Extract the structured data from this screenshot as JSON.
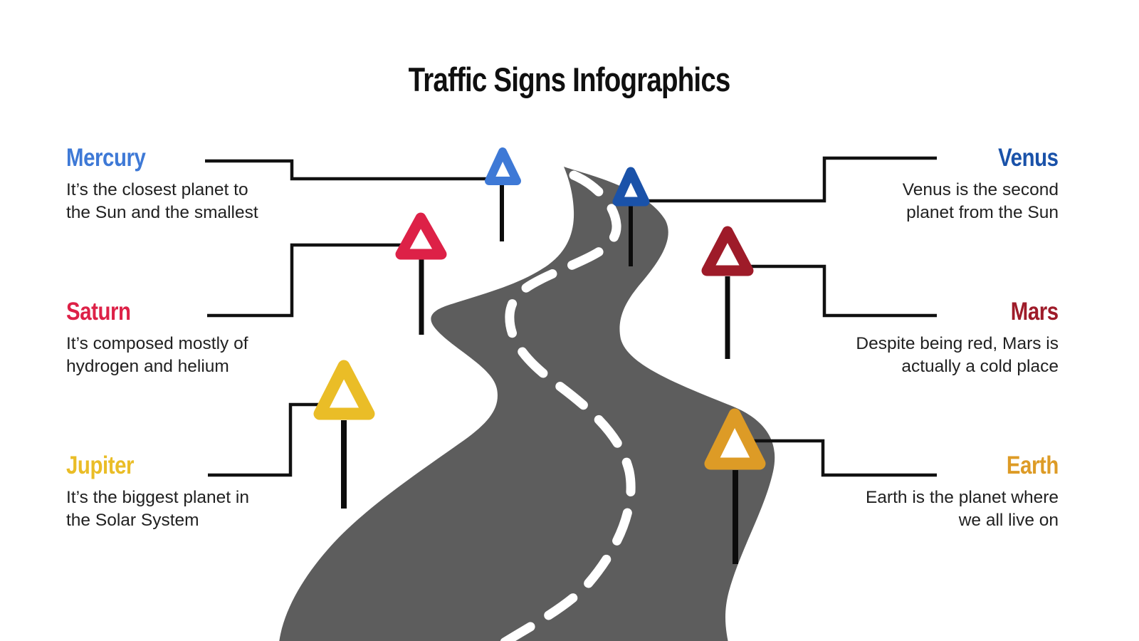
{
  "title": "Traffic Signs Infographics",
  "road_color": "#5d5d5d",
  "dash_color": "#ffffff",
  "line_color": "#111111",
  "pole_color": "#0c0c0c",
  "planets": [
    {
      "name": "Mercury",
      "color": "#3e79d6",
      "desc": "It’s the closest planet to\nthe Sun and the smallest"
    },
    {
      "name": "Venus",
      "color": "#1a52a9",
      "desc": "Venus is the second\nplanet from the Sun"
    },
    {
      "name": "Saturn",
      "color": "#dd2147",
      "desc": "It’s composed mostly of\nhydrogen and helium"
    },
    {
      "name": "Mars",
      "color": "#9e1b29",
      "desc": "Despite being red, Mars is\nactually a cold place"
    },
    {
      "name": "Jupiter",
      "color": "#eabd27",
      "desc": "It’s the biggest planet in\nthe Solar System"
    },
    {
      "name": "Earth",
      "color": "#dd9b26",
      "desc": "Earth is the planet where\nwe all live on"
    }
  ]
}
